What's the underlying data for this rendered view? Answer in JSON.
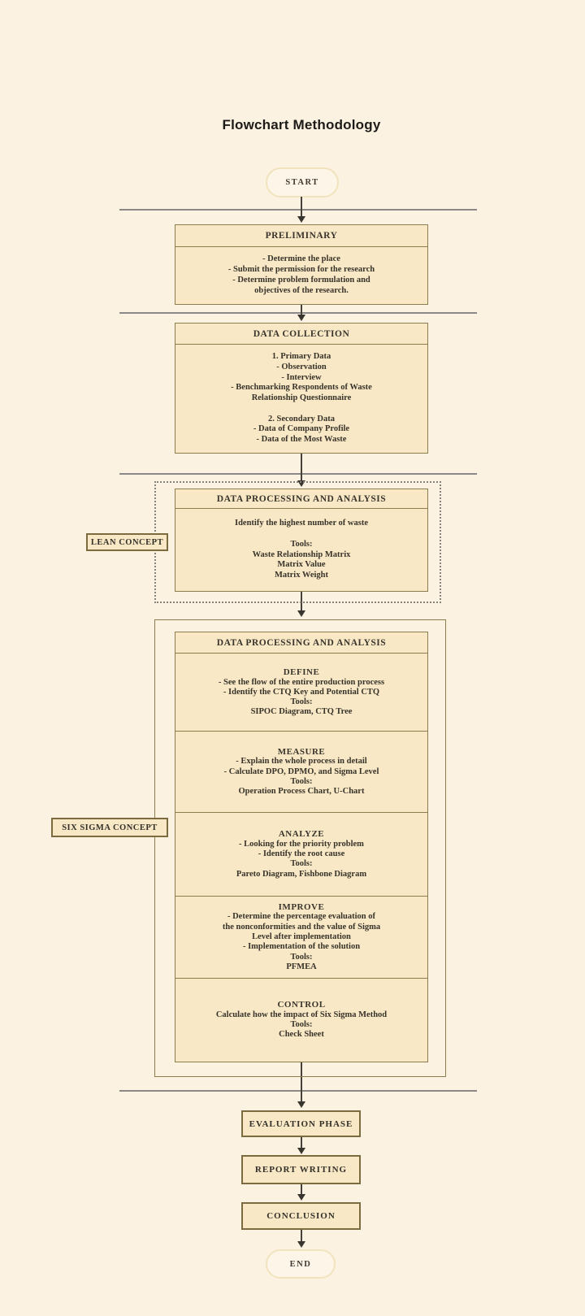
{
  "title": "Flowchart Methodology",
  "terminals": {
    "start": "START",
    "end": "END"
  },
  "colors": {
    "background": "#fcf2e2",
    "box_fill": "#f8e8c6",
    "box_border": "#8d7c4e",
    "dark_border": "#7c6b3e",
    "separator_line": "#8b8987",
    "arrow": "#38352e",
    "text": "#38332a"
  },
  "side_labels": {
    "lean": "LEAN CONCEPT",
    "six_sigma": "SIX SIGMA CONCEPT"
  },
  "preliminary": {
    "header": "PRELIMINARY",
    "lines": [
      "- Determine the place",
      "- Submit the permission for the research",
      "- Determine problem formulation and",
      "objectives of the research."
    ]
  },
  "data_collection": {
    "header": "DATA COLLECTION",
    "lines": [
      "1. Primary Data",
      "- Observation",
      "- Interview",
      "- Benchmarking Respondents of Waste",
      "Relationship Questionnaire",
      "",
      "2. Secondary Data",
      "- Data of Company Profile",
      "- Data of the Most Waste"
    ]
  },
  "lean_analysis": {
    "header": "DATA PROCESSING AND ANALYSIS",
    "lines": [
      "Identify the highest number of waste",
      "",
      "Tools:",
      "Waste Relationship Matrix",
      "Matrix Value",
      "Matrix Weight"
    ]
  },
  "six_sigma": {
    "header": "DATA PROCESSING AND ANALYSIS",
    "sections": [
      {
        "title": "DEFINE",
        "lines": [
          "- See the flow of the entire production process",
          "- Identify the CTQ Key and Potential CTQ",
          "Tools:",
          "SIPOC Diagram, CTQ Tree"
        ]
      },
      {
        "title": "MEASURE",
        "lines": [
          "- Explain the whole process in detail",
          "- Calculate DPO, DPMO, and Sigma Level",
          "Tools:",
          "Operation Process Chart, U-Chart"
        ]
      },
      {
        "title": "ANALYZE",
        "lines": [
          "- Looking for the priority problem",
          "- Identify the root cause",
          "Tools:",
          "Pareto Diagram, Fishbone Diagram"
        ]
      },
      {
        "title": "IMPROVE",
        "lines": [
          "- Determine the percentage evaluation of",
          "the nonconformities and the value of Sigma",
          "Level after implementation",
          "- Implementation of the solution",
          "Tools:",
          "PFMEA"
        ]
      },
      {
        "title": "CONTROL",
        "lines": [
          "Calculate how the impact of Six Sigma Method",
          "Tools:",
          "Check Sheet"
        ]
      }
    ]
  },
  "bottom_steps": [
    "EVALUATION PHASE",
    "REPORT WRITING",
    "CONCLUSION"
  ]
}
